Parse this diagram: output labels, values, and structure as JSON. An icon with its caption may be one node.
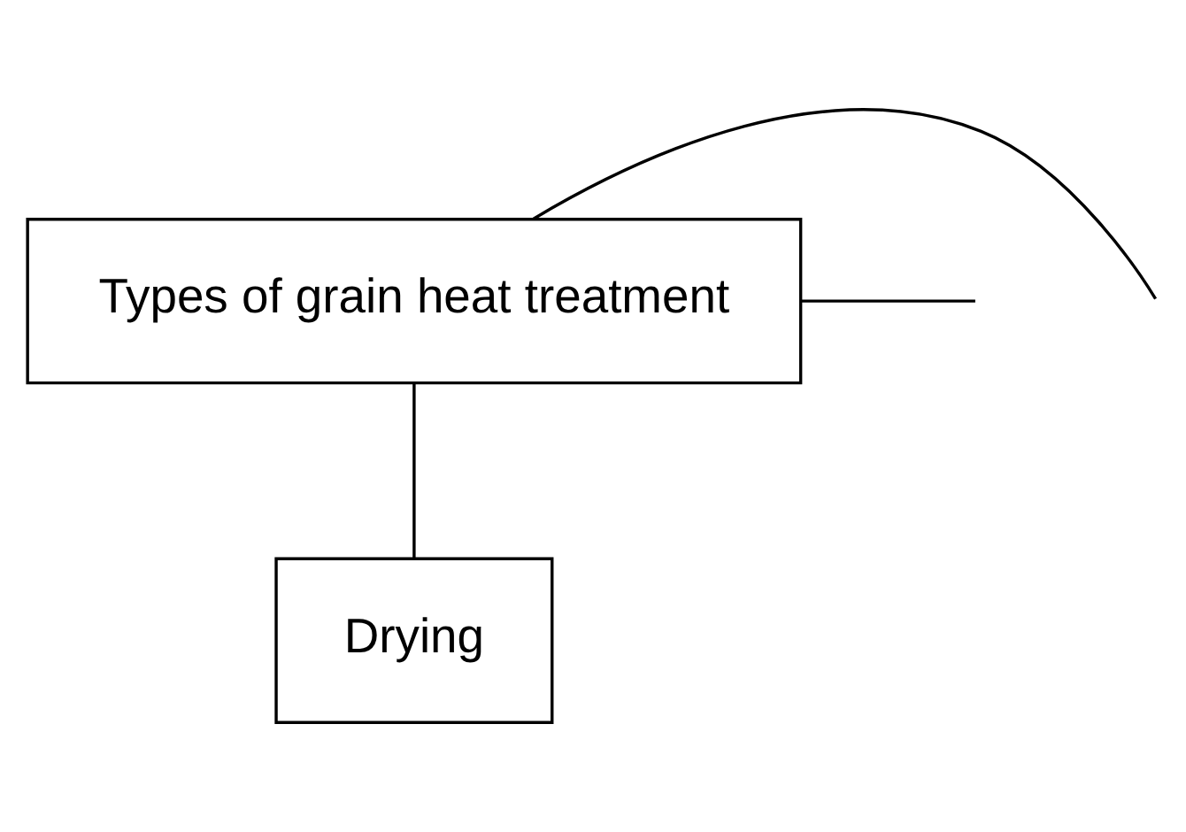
{
  "diagram": {
    "nodes": [
      {
        "text": [
          "Types of grain heat treatment"
        ]
      },
      {
        "text": [
          "Drying"
        ]
      }
    ],
    "edges": [
      {
        "from": 0,
        "to": null,
        "arrow": "none"
      },
      {
        "from": 0,
        "to": null,
        "arrow": "none"
      },
      {
        "from": 0,
        "to": 1,
        "arrow": "none"
      }
    ]
  }
}
